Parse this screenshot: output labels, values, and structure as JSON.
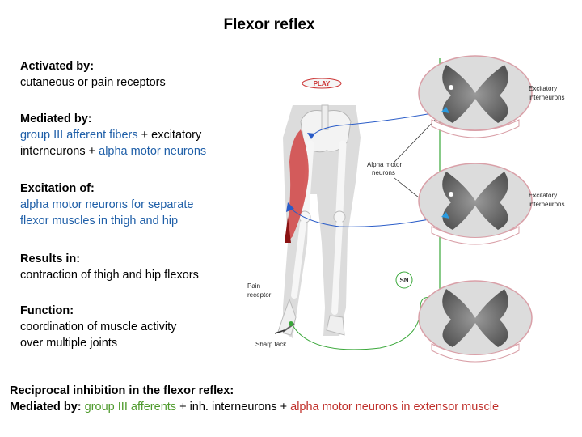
{
  "title": "Flexor reflex",
  "activated": {
    "head": "Activated by:",
    "text": "cutaneous or pain receptors"
  },
  "mediated": {
    "head": "Mediated by:",
    "part1": "group III afferent fibers",
    "part2": " + excitatory",
    "part3": "interneurons + ",
    "part4": "alpha motor neurons"
  },
  "excitation": {
    "head": "Excitation  of:",
    "line1": "alpha motor neurons for separate",
    "line2": "flexor muscles in thigh and hip"
  },
  "results": {
    "head": "Results in:",
    "text": "contraction of thigh and hip flexors"
  },
  "function": {
    "head": "Function:",
    "line1": "coordination of muscle activity",
    "line2": "over multiple joints"
  },
  "bottom": {
    "line1": "Reciprocal inhibition in the flexor reflex:",
    "head2": "Mediated by: ",
    "afferents": "group III afferents",
    "mid": " + inh. interneurons + ",
    "motor": "alpha motor neurons in extensor muscle"
  },
  "figure": {
    "play": "PLAY",
    "excitatory1": "Excitatory",
    "interneurons1": "interneurons",
    "excitatory2": "Excitatory",
    "interneurons2": "interneurons",
    "alpha_motor": "Alpha motor",
    "neurons": "neurons",
    "sn": "SN",
    "pain": "Pain",
    "receptor": "receptor",
    "sharp_tack": "Sharp tack"
  },
  "colors": {
    "blue_text": "#1f5fa8",
    "red_text": "#c0302b",
    "green_text": "#4e9a2c",
    "nerve_green": "#3aa83a",
    "motor_blue": "#2a5cc8"
  }
}
